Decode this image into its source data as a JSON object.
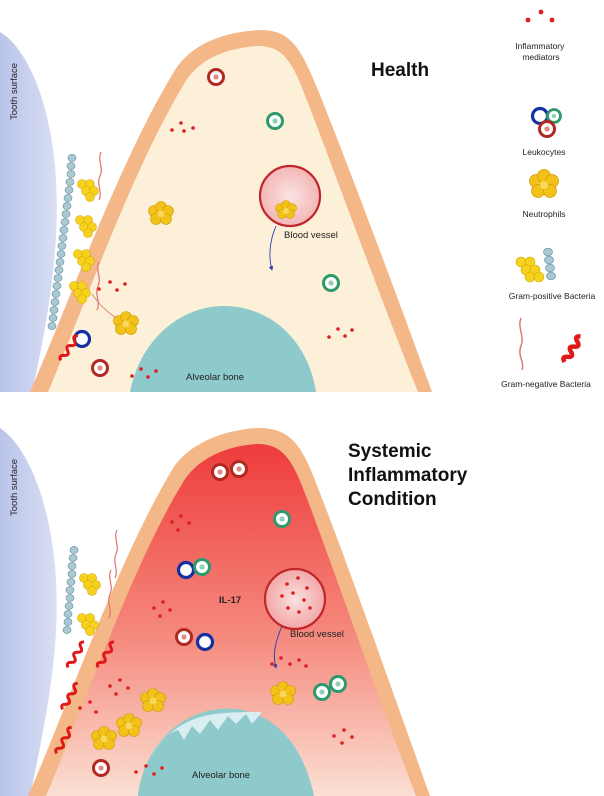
{
  "panels": [
    {
      "title": [
        "Health"
      ],
      "tooth_label": "Tooth surface",
      "bone_label": "Alveolar bone",
      "vessel_label": "Blood vessel"
    },
    {
      "title": [
        "Systemic",
        "Inflammatory",
        "Condition"
      ],
      "tooth_label": "Tooth surface",
      "bone_label": "Alveolar bone",
      "vessel_label": "Blood vessel",
      "cytokine_label": "IL-17"
    }
  ],
  "legend": [
    {
      "label": [
        "Inflammatory",
        "mediators"
      ]
    },
    {
      "label": [
        "Leukocytes"
      ]
    },
    {
      "label": [
        "Neutrophils"
      ]
    },
    {
      "label": [
        "Gram-positive Bacteria"
      ]
    },
    {
      "label": [
        "Gram-negative Bacteria"
      ]
    }
  ],
  "colors": {
    "tooth": "#c9d2ee",
    "gingiva_outline": "#f3b788",
    "gingiva_health": "#fdf0d8",
    "gingiva_inflamed": "#f04b4b",
    "bone": "#8ec9cb",
    "mediator": "#dd1f1f",
    "leukocyte_blue": "#1530a0",
    "leukocyte_green": "#2e9a6c",
    "leukocyte_red": "#b02a22",
    "neutrophil": "#f3c21a",
    "gram_positive_chain": "#a9c8d4",
    "gram_negative": "#e01818"
  }
}
